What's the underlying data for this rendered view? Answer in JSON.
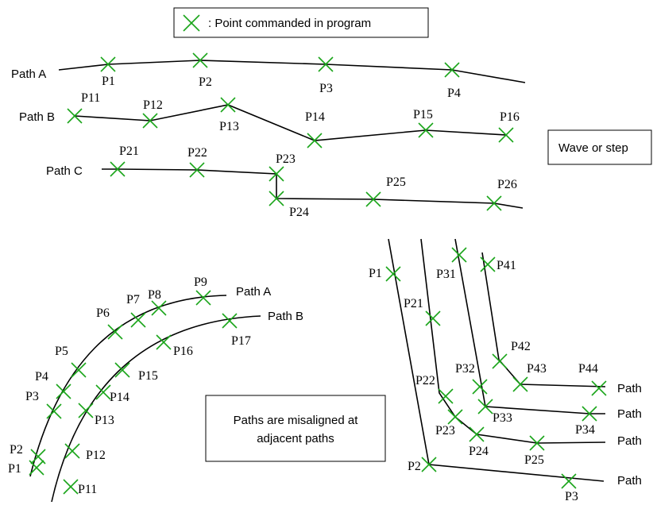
{
  "colors": {
    "marker": "#1aa51a",
    "line": "#000000",
    "background": "#ffffff"
  },
  "legend": {
    "marker_icon": "cross-marker-icon",
    "text": ": Point commanded in program"
  },
  "notes": {
    "wave": "Wave or step",
    "misaligned_line1": "Paths are misaligned at",
    "misaligned_line2": "adjacent paths"
  },
  "top": {
    "path_a": "Path A",
    "path_b": "Path B",
    "path_c": "Path C",
    "points": [
      "P1",
      "P2",
      "P3",
      "P4",
      "P11",
      "P12",
      "P13",
      "P14",
      "P15",
      "P16",
      "P21",
      "P22",
      "P23",
      "P24",
      "P25",
      "P26"
    ]
  },
  "arc": {
    "path_a": "Path A",
    "path_b": "Path B",
    "points": [
      "P1",
      "P2",
      "P3",
      "P4",
      "P5",
      "P6",
      "P7",
      "P8",
      "P9",
      "P11",
      "P12",
      "P13",
      "P14",
      "P15",
      "P16",
      "P17"
    ]
  },
  "corner": {
    "path_labels": [
      "Path",
      "Path",
      "Path",
      "Path"
    ],
    "points": [
      "P1",
      "P2",
      "P3",
      "P21",
      "P22",
      "P23",
      "P24",
      "P25",
      "P31",
      "P32",
      "P33",
      "P34",
      "P41",
      "P42",
      "P43",
      "P44"
    ]
  }
}
